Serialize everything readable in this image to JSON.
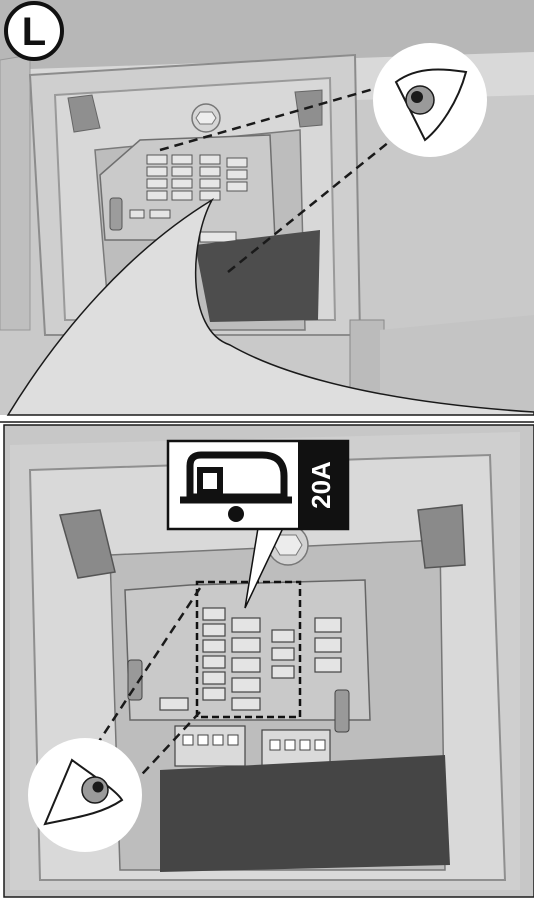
{
  "figure": {
    "section_marker": "L",
    "fuse_rating": "20A",
    "icon": "caravan-trailer-icon",
    "panels": [
      "overview-view",
      "detail-view"
    ]
  },
  "colors": {
    "background": "#ffffff",
    "outline": "#1a1a1a",
    "panel_light": "#dcdcdc",
    "panel_mid": "#bdbdbd",
    "panel_dark": "#8a8a8a",
    "cavity": "#6e6e6e",
    "harness": "#4a4a4a",
    "label_bg": "#111111"
  }
}
